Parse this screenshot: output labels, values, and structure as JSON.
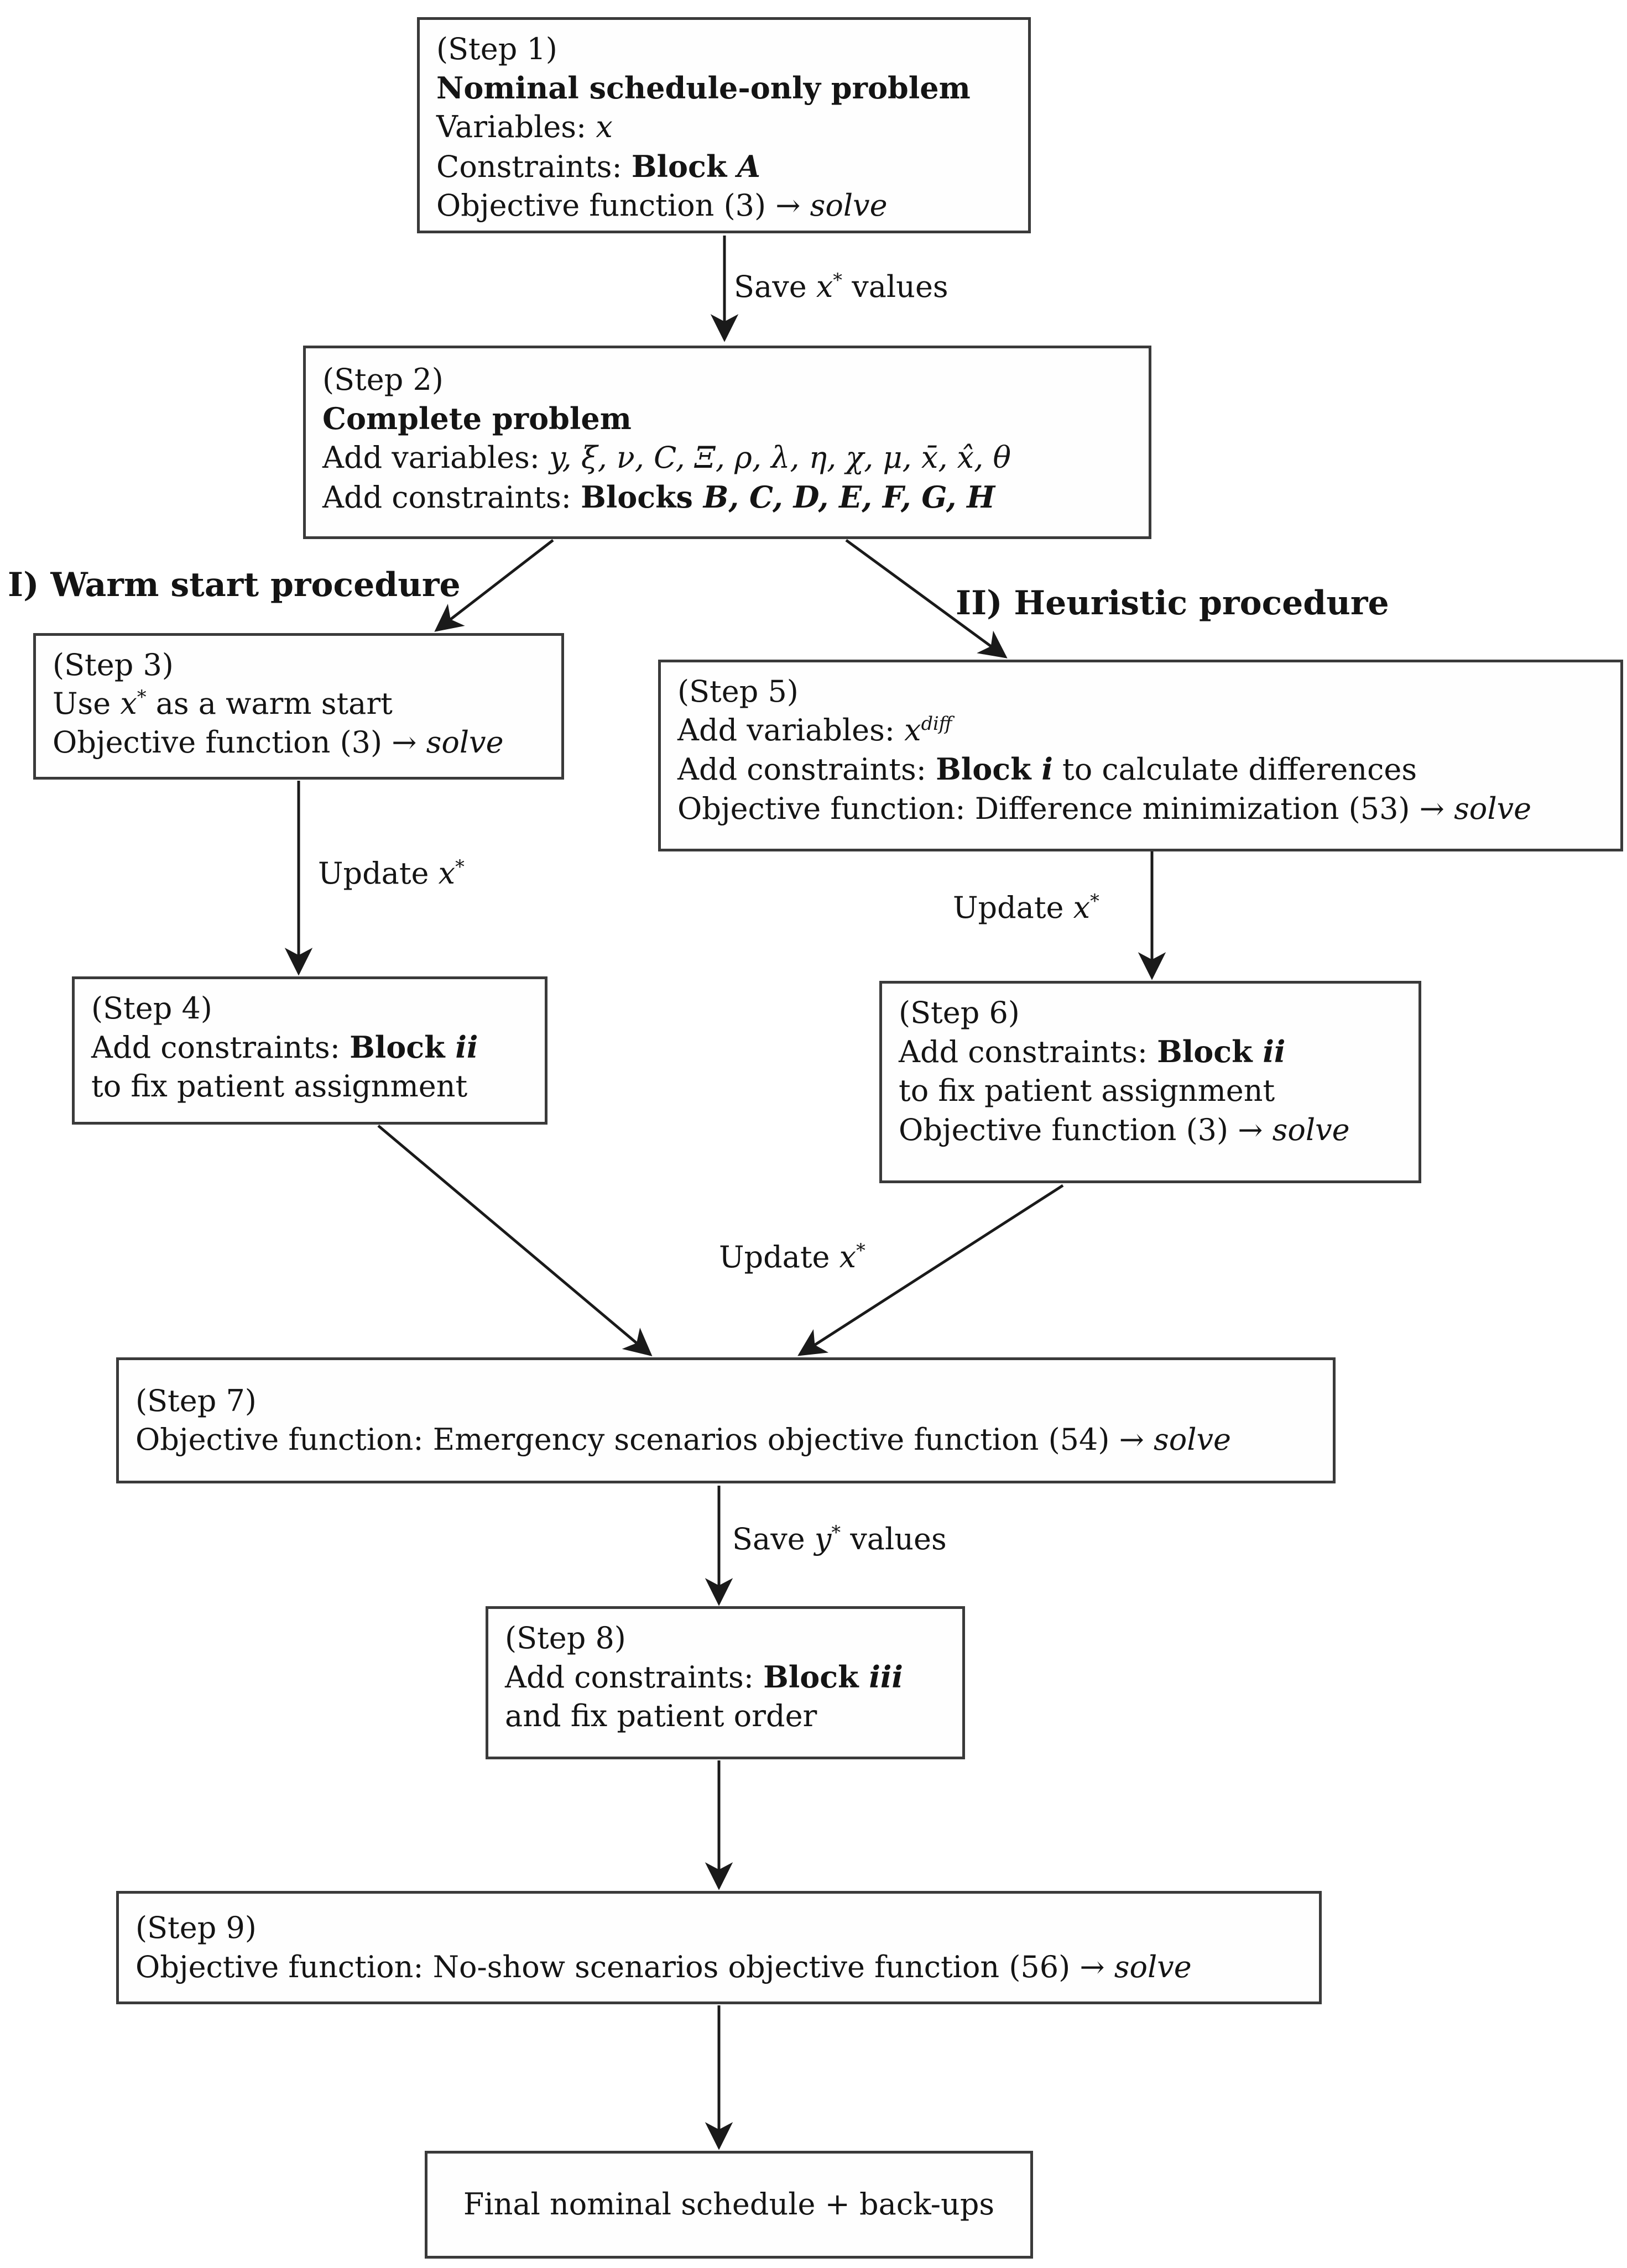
{
  "page": {
    "background": "#ffffff",
    "box_border_color": "#3a3a3a",
    "arrow_color": "#1a1a1a",
    "text_color": "#141414"
  },
  "headings": {
    "warm_start": [
      {
        "t": "I) Warm start procedure",
        "b": true
      }
    ],
    "heuristic": [
      {
        "t": "II) Heuristic procedure",
        "b": true
      }
    ]
  },
  "boxes": {
    "step1": {
      "lines": [
        [
          {
            "t": "(Step 1)"
          }
        ],
        [
          {
            "t": "Nominal schedule-only problem",
            "b": true
          }
        ],
        [
          {
            "t": "Variables: "
          },
          {
            "t": "x",
            "i": true
          }
        ],
        [
          {
            "t": "Constraints: "
          },
          {
            "t": "Block ",
            "b": true
          },
          {
            "t": "A",
            "b": true,
            "i": true
          }
        ],
        [
          {
            "t": "Objective function (3) → "
          },
          {
            "t": "solve",
            "i": true
          }
        ]
      ]
    },
    "step2": {
      "lines": [
        [
          {
            "t": "(Step 2)"
          }
        ],
        [
          {
            "t": "Complete problem",
            "b": true
          }
        ],
        [
          {
            "t": "Add variables: "
          },
          {
            "t": "y, ξ, ν, C, Ξ, ρ, λ, η, χ, μ, x̄, x̂, θ",
            "i": true
          }
        ],
        [
          {
            "t": "Add constraints: "
          },
          {
            "t": "Blocks ",
            "b": true
          },
          {
            "t": "B, C, D, E, F, G, H",
            "b": true,
            "i": true
          }
        ]
      ]
    },
    "step3": {
      "lines": [
        [
          {
            "t": "(Step 3)"
          }
        ],
        [
          {
            "t": "Use "
          },
          {
            "t": "x",
            "i": true
          },
          {
            "t": "*",
            "sup": true
          },
          {
            "t": " as a warm start"
          }
        ],
        [
          {
            "t": "Objective function (3) → "
          },
          {
            "t": "solve",
            "i": true
          }
        ]
      ]
    },
    "step4": {
      "lines": [
        [
          {
            "t": "(Step 4)"
          }
        ],
        [
          {
            "t": "Add constraints: "
          },
          {
            "t": "Block ",
            "b": true
          },
          {
            "t": "ii",
            "b": true,
            "i": true
          }
        ],
        [
          {
            "t": "to fix patient assignment"
          }
        ]
      ]
    },
    "step5": {
      "lines": [
        [
          {
            "t": "(Step 5)"
          }
        ],
        [
          {
            "t": "Add variables: "
          },
          {
            "t": "x",
            "i": true
          },
          {
            "t": "diff",
            "i": true,
            "sup": true
          }
        ],
        [
          {
            "t": "Add constraints: "
          },
          {
            "t": "Block ",
            "b": true
          },
          {
            "t": "i",
            "b": true,
            "i": true
          },
          {
            "t": " to calculate differences"
          }
        ],
        [
          {
            "t": "Objective function: Difference minimization (53) → "
          },
          {
            "t": "solve",
            "i": true
          }
        ]
      ]
    },
    "step6": {
      "lines": [
        [
          {
            "t": "(Step 6)"
          }
        ],
        [
          {
            "t": "Add constraints: "
          },
          {
            "t": "Block ",
            "b": true
          },
          {
            "t": "ii",
            "b": true,
            "i": true
          }
        ],
        [
          {
            "t": "to fix patient assignment"
          }
        ],
        [
          {
            "t": "Objective function (3) → "
          },
          {
            "t": "solve",
            "i": true
          }
        ]
      ]
    },
    "step7": {
      "lines": [
        [
          {
            "t": "(Step 7)"
          }
        ],
        [
          {
            "t": "Objective function: Emergency scenarios objective function (54) → "
          },
          {
            "t": "solve",
            "i": true
          }
        ]
      ]
    },
    "step8": {
      "lines": [
        [
          {
            "t": "(Step 8)"
          }
        ],
        [
          {
            "t": "Add constraints: "
          },
          {
            "t": "Block ",
            "b": true
          },
          {
            "t": "iii",
            "b": true,
            "i": true
          }
        ],
        [
          {
            "t": "and fix patient order"
          }
        ]
      ]
    },
    "step9": {
      "lines": [
        [
          {
            "t": "(Step 9)"
          }
        ],
        [
          {
            "t": "Objective function: No-show scenarios objective function (56) → "
          },
          {
            "t": "solve",
            "i": true
          }
        ]
      ]
    },
    "final": {
      "lines": [
        [
          {
            "t": "Final nominal schedule + back-ups"
          }
        ]
      ]
    }
  },
  "edge_labels": {
    "save_x": [
      {
        "t": "Save "
      },
      {
        "t": "x",
        "i": true
      },
      {
        "t": "*",
        "sup": true
      },
      {
        "t": " values"
      }
    ],
    "update_x": [
      {
        "t": "Update "
      },
      {
        "t": "x",
        "i": true
      },
      {
        "t": "*",
        "sup": true
      }
    ],
    "save_y": [
      {
        "t": "Save "
      },
      {
        "t": "y",
        "i": true
      },
      {
        "t": "*",
        "sup": true
      },
      {
        "t": " values"
      }
    ]
  }
}
